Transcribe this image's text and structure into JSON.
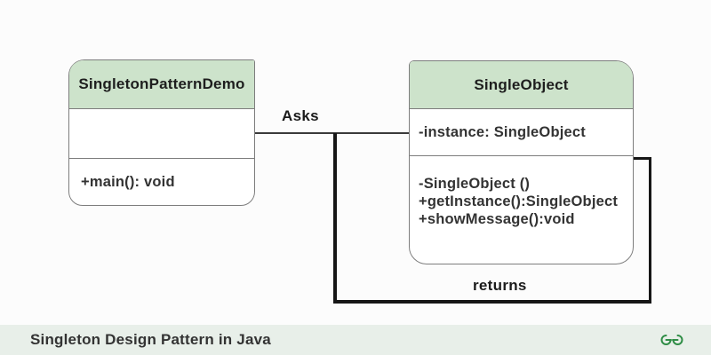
{
  "diagram": {
    "classes": [
      {
        "name": "SingletonPatternDemo",
        "attributes": [],
        "methods": [
          "+main(): void"
        ]
      },
      {
        "name": "SingleObject",
        "attributes": [
          "-instance: SingleObject"
        ],
        "methods": [
          "-SingleObject ()",
          "+getInstance():SingleObject",
          "+showMessage():void"
        ]
      }
    ],
    "relations": [
      {
        "label": "Asks"
      },
      {
        "label": "returns"
      }
    ]
  },
  "footer": {
    "caption": "Singleton Design Pattern in Java",
    "logo_icon": "geeksforgeeks-logo"
  },
  "colors": {
    "class_header_bg": "#cde3cb",
    "box_border": "#7d7d7d",
    "connector_thin": "#3a3a3a",
    "connector_thick": "#161616",
    "footer_bg": "#e8efe9",
    "logo_green": "#2f8d46",
    "canvas_bg": "#fcfcfc"
  }
}
